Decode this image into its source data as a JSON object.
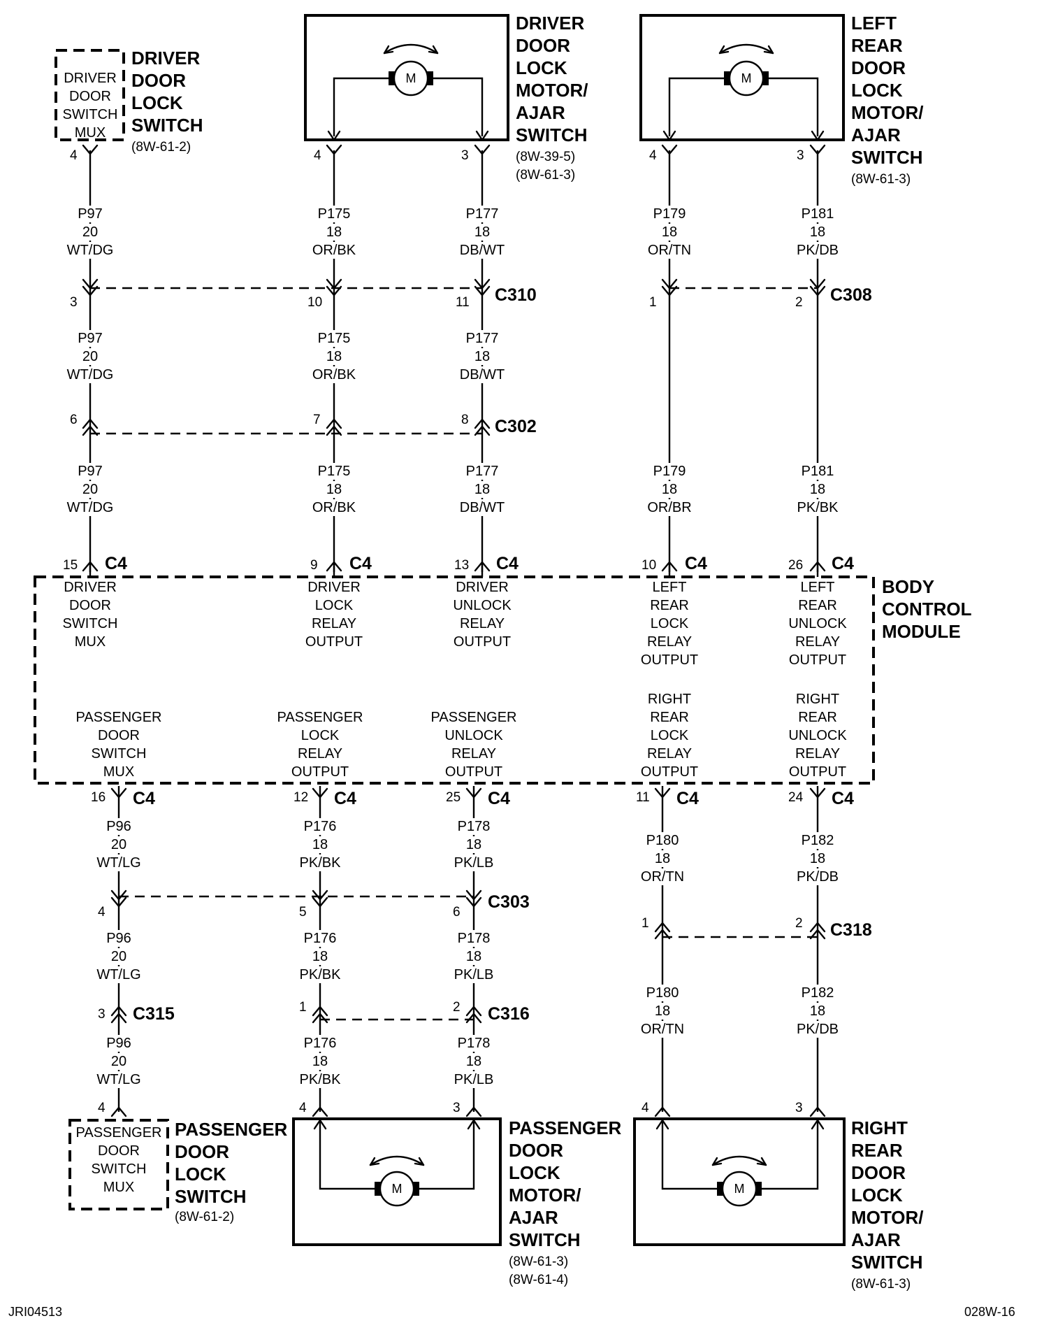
{
  "components": {
    "driver_switch": {
      "inner": [
        "DRIVER",
        "DOOR",
        "SWITCH",
        "MUX"
      ],
      "title": [
        "DRIVER",
        "DOOR",
        "LOCK",
        "SWITCH"
      ],
      "refs": [
        "(8W-61-2)"
      ],
      "pin": "4"
    },
    "driver_motor": {
      "title": [
        "DRIVER",
        "DOOR",
        "LOCK",
        "MOTOR/",
        "AJAR",
        "SWITCH"
      ],
      "refs": [
        "(8W-39-5)",
        "(8W-61-3)"
      ],
      "pins": [
        "4",
        "3"
      ]
    },
    "left_rear_motor": {
      "title": [
        "LEFT",
        "REAR",
        "DOOR",
        "LOCK",
        "MOTOR/",
        "AJAR",
        "SWITCH"
      ],
      "refs": [
        "(8W-61-3)"
      ],
      "pins": [
        "4",
        "3"
      ]
    },
    "passenger_switch": {
      "inner": [
        "PASSENGER",
        "DOOR",
        "SWITCH",
        "MUX"
      ],
      "title": [
        "PASSENGER",
        "DOOR",
        "LOCK",
        "SWITCH"
      ],
      "refs": [
        "(8W-61-2)"
      ],
      "pin": "4"
    },
    "passenger_motor": {
      "title": [
        "PASSENGER",
        "DOOR",
        "LOCK",
        "MOTOR/",
        "AJAR",
        "SWITCH"
      ],
      "refs": [
        "(8W-61-3)",
        "(8W-61-4)"
      ],
      "pins": [
        "4",
        "3"
      ]
    },
    "right_rear_motor": {
      "title": [
        "RIGHT",
        "REAR",
        "DOOR",
        "LOCK",
        "MOTOR/",
        "AJAR",
        "SWITCH"
      ],
      "refs": [
        "(8W-61-3)"
      ],
      "pins": [
        "4",
        "3"
      ]
    },
    "motor_symbol": "M"
  },
  "bcm": {
    "title": [
      "BODY",
      "CONTROL",
      "MODULE"
    ],
    "connector": "C4",
    "top_pins": [
      "15",
      "9",
      "13",
      "10",
      "26"
    ],
    "bottom_pins": [
      "16",
      "12",
      "25",
      "11",
      "24"
    ],
    "top_labels": [
      [
        "DRIVER",
        "DOOR",
        "SWITCH",
        "MUX"
      ],
      [
        "DRIVER",
        "LOCK",
        "RELAY",
        "OUTPUT"
      ],
      [
        "DRIVER",
        "UNLOCK",
        "RELAY",
        "OUTPUT"
      ],
      [
        "LEFT",
        "REAR",
        "LOCK",
        "RELAY",
        "OUTPUT"
      ],
      [
        "LEFT",
        "REAR",
        "UNLOCK",
        "RELAY",
        "OUTPUT"
      ]
    ],
    "bottom_labels": [
      [
        "PASSENGER",
        "DOOR",
        "SWITCH",
        "MUX"
      ],
      [
        "PASSENGER",
        "LOCK",
        "RELAY",
        "OUTPUT"
      ],
      [
        "PASSENGER",
        "UNLOCK",
        "RELAY",
        "OUTPUT"
      ],
      [
        "RIGHT",
        "REAR",
        "LOCK",
        "RELAY",
        "OUTPUT"
      ],
      [
        "RIGHT",
        "REAR",
        "UNLOCK",
        "RELAY",
        "OUTPUT"
      ]
    ]
  },
  "connectors": {
    "c310": {
      "name": "C310",
      "pins": [
        "3",
        "10",
        "11"
      ]
    },
    "c308": {
      "name": "C308",
      "pins": [
        "1",
        "2"
      ]
    },
    "c302": {
      "name": "C302",
      "pins": [
        "6",
        "7",
        "8"
      ]
    },
    "c303": {
      "name": "C303",
      "pins": [
        "4",
        "5",
        "6"
      ]
    },
    "c318": {
      "name": "C318",
      "pins": [
        "1",
        "2"
      ]
    },
    "c315": {
      "name": "C315",
      "pins": [
        "3"
      ]
    },
    "c316": {
      "name": "C316",
      "pins": [
        "1",
        "2"
      ]
    }
  },
  "wires": {
    "top": [
      [
        [
          "P97",
          "20",
          "WT/DG"
        ],
        [
          "P97",
          "20",
          "WT/DG"
        ],
        [
          "P97",
          "20",
          "WT/DG"
        ]
      ],
      [
        [
          "P175",
          "18",
          "OR/BK"
        ],
        [
          "P175",
          "18",
          "OR/BK"
        ],
        [
          "P175",
          "18",
          "OR/BK"
        ]
      ],
      [
        [
          "P177",
          "18",
          "DB/WT"
        ],
        [
          "P177",
          "18",
          "DB/WT"
        ],
        [
          "P177",
          "18",
          "DB/WT"
        ]
      ],
      [
        [
          "P179",
          "18",
          "OR/TN"
        ],
        [
          "P179",
          "18",
          "OR/BR"
        ]
      ],
      [
        [
          "P181",
          "18",
          "PK/DB"
        ],
        [
          "P181",
          "18",
          "PK/BK"
        ]
      ]
    ],
    "bottom": [
      [
        [
          "P96",
          "20",
          "WT/LG"
        ],
        [
          "P96",
          "20",
          "WT/LG"
        ],
        [
          "P96",
          "20",
          "WT/LG"
        ]
      ],
      [
        [
          "P176",
          "18",
          "PK/BK"
        ],
        [
          "P176",
          "18",
          "PK/BK"
        ],
        [
          "P176",
          "18",
          "PK/BK"
        ]
      ],
      [
        [
          "P178",
          "18",
          "PK/LB"
        ],
        [
          "P178",
          "18",
          "PK/LB"
        ],
        [
          "P178",
          "18",
          "PK/LB"
        ]
      ],
      [
        [
          "P180",
          "18",
          "OR/TN"
        ],
        [
          "P180",
          "18",
          "OR/TN"
        ]
      ],
      [
        [
          "P182",
          "18",
          "PK/DB"
        ],
        [
          "P182",
          "18",
          "PK/DB"
        ]
      ]
    ]
  },
  "footer": {
    "left": "JRI04513",
    "right": "028W-16"
  }
}
